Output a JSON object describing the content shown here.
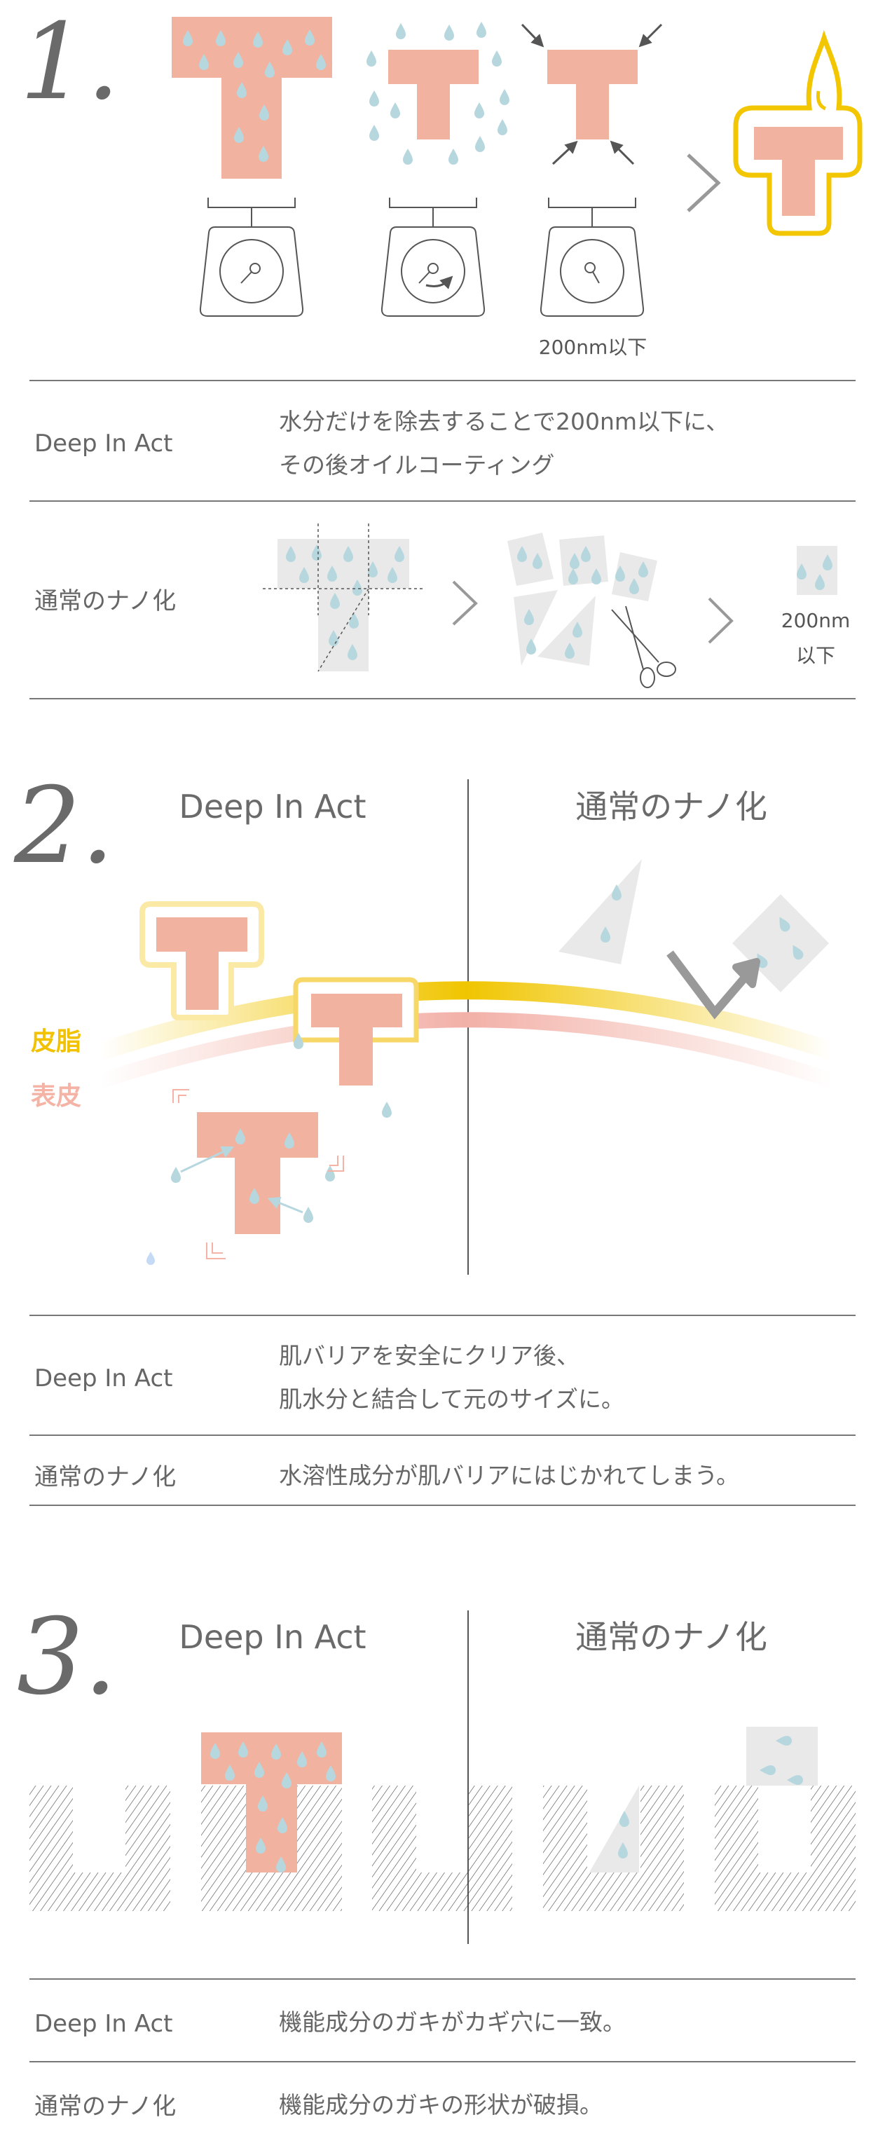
{
  "colors": {
    "pink": "#f2b2a0",
    "drop": "#b7d7df",
    "yellow": "#f2c600",
    "gray": "#e9e9e9",
    "text": "#666666",
    "sebum": "#f2c200",
    "epidermis": "#f4b3a5"
  },
  "section1": {
    "number": "1.",
    "size_label": "200nm以下",
    "rows": [
      {
        "label": "Deep In Act",
        "lines": [
          "水分だけを除去することで200nm以下に、",
          "その後オイルコーティング"
        ]
      },
      {
        "label": "通常のナノ化",
        "size_line1": "200nm",
        "size_line2": "以下"
      }
    ]
  },
  "section2": {
    "number": "2.",
    "left_header": "Deep In Act",
    "right_header": "通常のナノ化",
    "sebum_label": "皮脂",
    "epidermis_label": "表皮",
    "rows": [
      {
        "label": "Deep In Act",
        "lines": [
          "肌バリアを安全にクリア後、",
          "肌水分と結合して元のサイズに。"
        ]
      },
      {
        "label": "通常のナノ化",
        "lines": [
          "水溶性成分が肌バリアにはじかれてしまう。"
        ]
      }
    ]
  },
  "section3": {
    "number": "3.",
    "left_header": "Deep In Act",
    "right_header": "通常のナノ化",
    "rows": [
      {
        "label": "Deep In Act",
        "lines": [
          "機能成分のガキがカギ穴に一致。"
        ]
      },
      {
        "label": "通常のナノ化",
        "lines": [
          "機能成分のガキの形状が破損。"
        ]
      }
    ]
  }
}
